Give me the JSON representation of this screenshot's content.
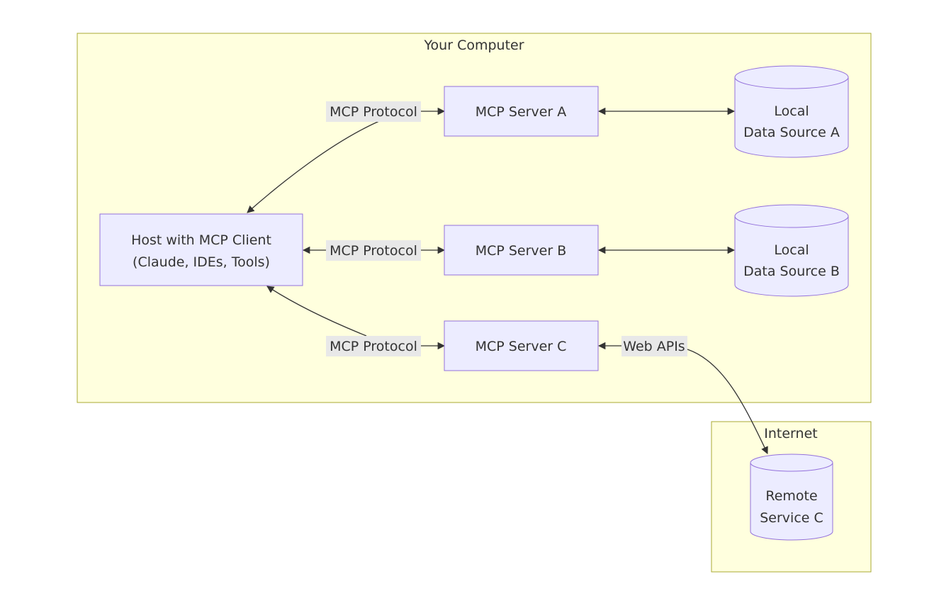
{
  "groups": {
    "your_computer": "Your Computer",
    "internet": "Internet"
  },
  "nodes": {
    "host": [
      "Host with MCP Client",
      "(Claude, IDEs, Tools)"
    ],
    "server_a": "MCP Server A",
    "server_b": "MCP Server B",
    "server_c": "MCP Server C",
    "data_a": [
      "Local",
      "Data Source A"
    ],
    "data_b": [
      "Local",
      "Data Source B"
    ],
    "remote_c": [
      "Remote",
      "Service C"
    ]
  },
  "edge_labels": {
    "host_server_a": "MCP Protocol",
    "host_server_b": "MCP Protocol",
    "host_server_c": "MCP Protocol",
    "server_c_remote": "Web APIs"
  },
  "colors": {
    "group_fill": "#ffffde",
    "group_stroke": "#aaaa33",
    "node_fill": "#ececff",
    "node_stroke": "#9370db",
    "edge": "#333333",
    "label_bg": "#e8e8e8"
  }
}
